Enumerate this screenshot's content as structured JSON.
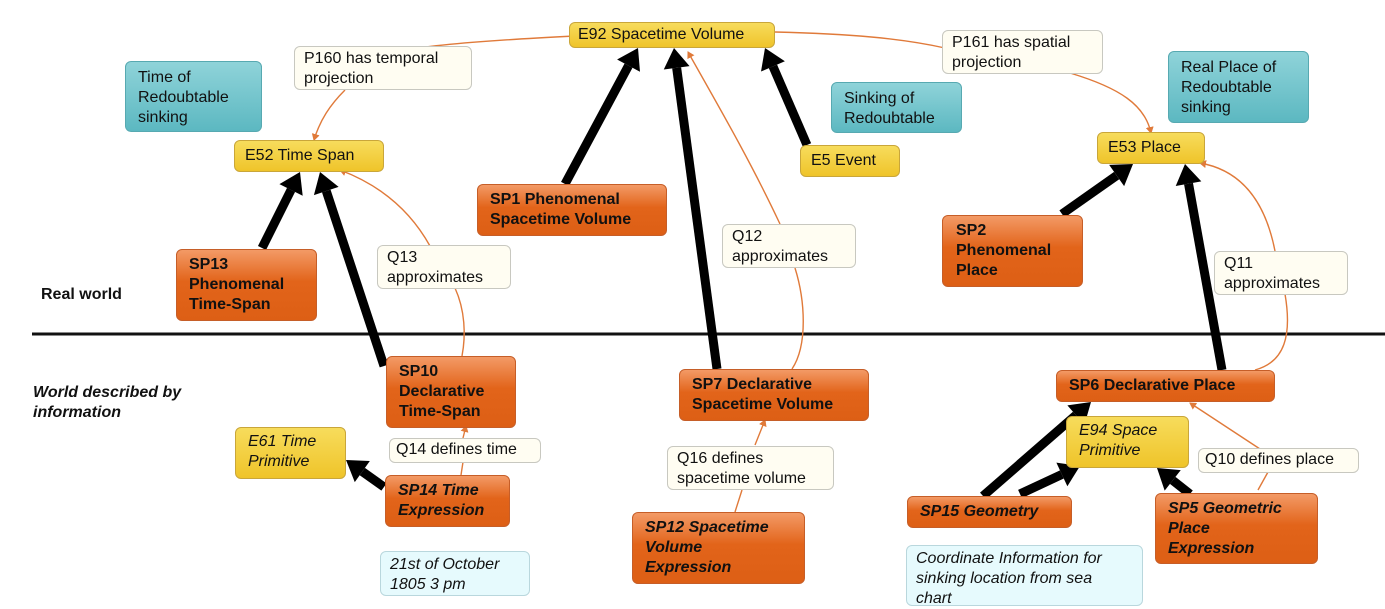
{
  "regions": {
    "real_world": "Real world",
    "described_world": "World described by\ninformation"
  },
  "nodes": {
    "e92": "E92 Spacetime Volume",
    "e52": "E52 Time Span",
    "e53": "E53 Place",
    "e5": "E5 Event",
    "e61": "E61 Time\nPrimitive",
    "e94": "E94 Space\nPrimitive",
    "sp1": "SP1 Phenomenal\nSpacetime Volume",
    "sp2": "SP2\nPhenomenal\nPlace",
    "sp13": "SP13\nPhenomenal\nTime-Span",
    "sp10": "SP10\nDeclarative\nTime-Span",
    "sp7": "SP7 Declarative\nSpacetime Volume",
    "sp6": "SP6 Declarative Place",
    "sp14": "SP14 Time\nExpression",
    "sp12": "SP12 Spacetime\nVolume\nExpression",
    "sp15": "SP15 Geometry",
    "sp5": "SP5 Geometric\nPlace\nExpression"
  },
  "instances": {
    "time_of_sinking": "Time of\nRedoubtable\nsinking",
    "sinking_event": "Sinking of\nRedoubtable",
    "real_place": "Real Place of\nRedoubtable\nsinking",
    "date_value": "21st of October\n1805 3 pm",
    "coordinate_info": "Coordinate Information for\nsinking location from sea\nchart"
  },
  "properties": {
    "p160": "P160 has temporal\nprojection",
    "p161": "P161 has spatial\nprojection",
    "q13": "Q13\napproximates",
    "q12": "Q12\napproximates",
    "q11": "Q11\napproximates",
    "q14": "Q14 defines time",
    "q16": "Q16 defines\nspacetime volume",
    "q10": "Q10 defines place"
  },
  "colors": {
    "class_crm": "#efc42a",
    "class_sp": "#e2641a",
    "instance": "#5cb8c1",
    "relation_line": "#e07a3a",
    "subclass_arrow": "#000000"
  }
}
